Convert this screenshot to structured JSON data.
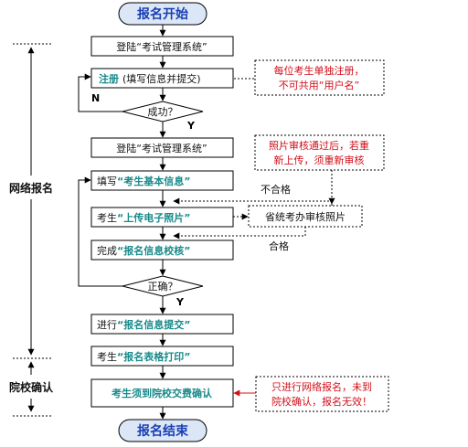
{
  "terminals": {
    "start": "报名开始",
    "end": "报名结束"
  },
  "phases": {
    "online": "网络报名",
    "school": "院校确认"
  },
  "steps": {
    "login1": {
      "pre": "登陆",
      "quote": "“考试管理系统”"
    },
    "register": {
      "hl": "注册",
      "rest": "(填写信息并提交)"
    },
    "success": "成功？",
    "login2": {
      "pre": "登陆",
      "quote": "“考试管理系统”"
    },
    "fill": {
      "pre": "填写",
      "hl": "“考生基本信息”"
    },
    "upload": {
      "pre": "考生",
      "hl": "“上传电子照片”"
    },
    "review": "省统考办审核照片",
    "verify": {
      "pre": "完成",
      "hl": "“报名信息校核”"
    },
    "correct": "正确？",
    "submit": {
      "pre": "进行",
      "hl": "“报名信息提交”"
    },
    "print": {
      "pre": "考生",
      "hl": "“报名表格打印”"
    },
    "confirm": "考生须到院校交费确认"
  },
  "labels": {
    "yes1": "Y",
    "no1": "N",
    "yes2": "Y",
    "fail": "不合格",
    "pass": "合格"
  },
  "notes": {
    "unique": [
      "每位考生单独注册，",
      "不可共用“用户名”"
    ],
    "reupload": [
      "照片审核通过后，若重",
      "新上传，须重新审核"
    ],
    "confirm": [
      "只进行网络报名，未到",
      "院校确认，报名无效！"
    ]
  },
  "colors": {
    "terminal_fill": "#dbe6f7",
    "terminal_text": "#1a3fb3",
    "highlight": "#1a8a8a",
    "note": "#d0101a",
    "line": "#000000"
  }
}
